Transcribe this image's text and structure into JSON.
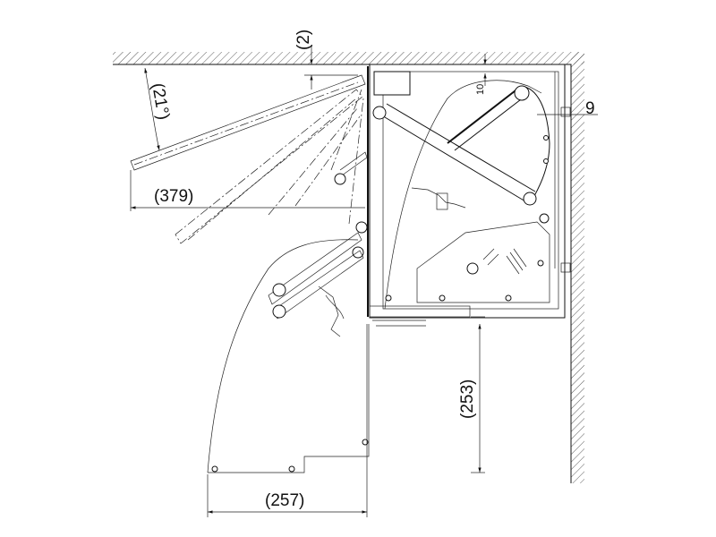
{
  "dimensions": {
    "top_gap": "(2)",
    "angle": "(21°)",
    "width_open": "(379)",
    "inner_offset": "10",
    "side_offset": "9",
    "height_below": "(253)",
    "width_below": "(257)"
  },
  "colors": {
    "line": "#111111",
    "background": "#ffffff"
  }
}
